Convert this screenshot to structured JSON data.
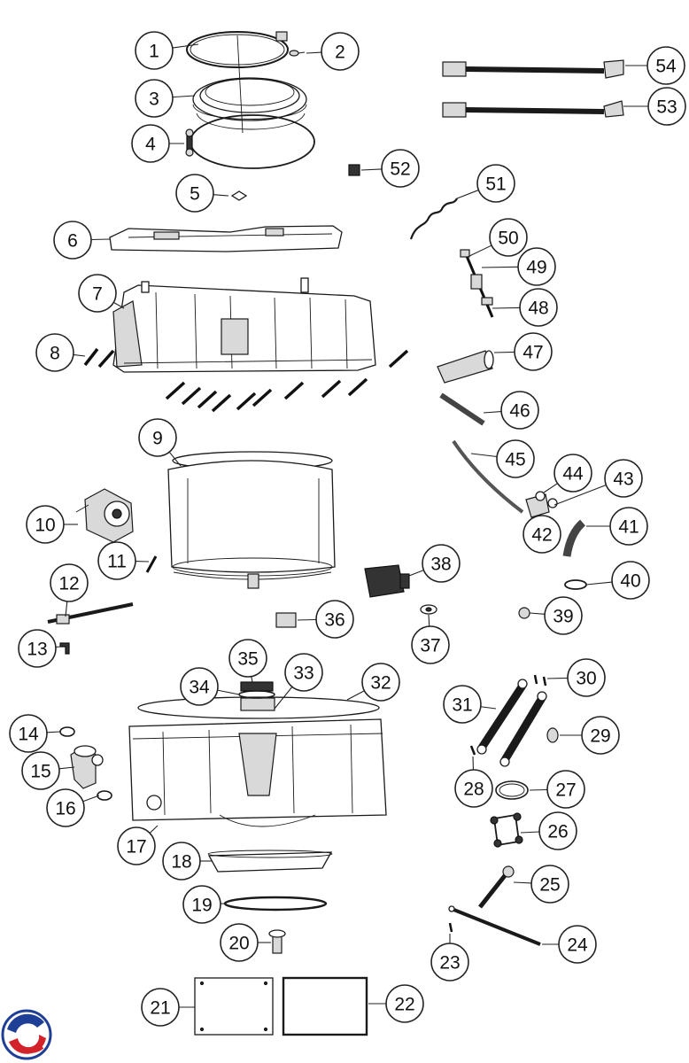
{
  "diagram": {
    "callouts": [
      {
        "id": "1",
        "label": "1"
      },
      {
        "id": "2",
        "label": "2"
      },
      {
        "id": "3",
        "label": "3"
      },
      {
        "id": "4",
        "label": "4"
      },
      {
        "id": "5",
        "label": "5"
      },
      {
        "id": "6",
        "label": "6"
      },
      {
        "id": "7",
        "label": "7"
      },
      {
        "id": "8",
        "label": "8"
      },
      {
        "id": "9",
        "label": "9"
      },
      {
        "id": "10",
        "label": "10"
      },
      {
        "id": "11",
        "label": "11"
      },
      {
        "id": "12",
        "label": "12"
      },
      {
        "id": "13",
        "label": "13"
      },
      {
        "id": "14",
        "label": "14"
      },
      {
        "id": "15",
        "label": "15"
      },
      {
        "id": "16",
        "label": "16"
      },
      {
        "id": "17",
        "label": "17"
      },
      {
        "id": "18",
        "label": "18"
      },
      {
        "id": "19",
        "label": "19"
      },
      {
        "id": "20",
        "label": "20"
      },
      {
        "id": "21",
        "label": "21"
      },
      {
        "id": "22",
        "label": "22"
      },
      {
        "id": "23",
        "label": "23"
      },
      {
        "id": "24",
        "label": "24"
      },
      {
        "id": "25",
        "label": "25"
      },
      {
        "id": "26",
        "label": "26"
      },
      {
        "id": "27",
        "label": "27"
      },
      {
        "id": "28",
        "label": "28"
      },
      {
        "id": "29",
        "label": "29"
      },
      {
        "id": "30",
        "label": "30"
      },
      {
        "id": "31",
        "label": "31"
      },
      {
        "id": "32",
        "label": "32"
      },
      {
        "id": "33",
        "label": "33"
      },
      {
        "id": "34",
        "label": "34"
      },
      {
        "id": "35",
        "label": "35"
      },
      {
        "id": "36",
        "label": "36"
      },
      {
        "id": "37",
        "label": "37"
      },
      {
        "id": "38",
        "label": "38"
      },
      {
        "id": "39",
        "label": "39"
      },
      {
        "id": "40",
        "label": "40"
      },
      {
        "id": "41",
        "label": "41"
      },
      {
        "id": "42",
        "label": "42"
      },
      {
        "id": "43",
        "label": "43"
      },
      {
        "id": "44",
        "label": "44"
      },
      {
        "id": "45",
        "label": "45"
      },
      {
        "id": "46",
        "label": "46"
      },
      {
        "id": "47",
        "label": "47"
      },
      {
        "id": "48",
        "label": "48"
      },
      {
        "id": "49",
        "label": "49"
      },
      {
        "id": "50",
        "label": "50"
      },
      {
        "id": "51",
        "label": "51"
      },
      {
        "id": "52",
        "label": "52"
      },
      {
        "id": "53",
        "label": "53"
      },
      {
        "id": "54",
        "label": "54"
      }
    ],
    "logo": {
      "icon": "brand-logo-icon",
      "colors": [
        "#1f3f96",
        "#d2232a"
      ]
    }
  }
}
